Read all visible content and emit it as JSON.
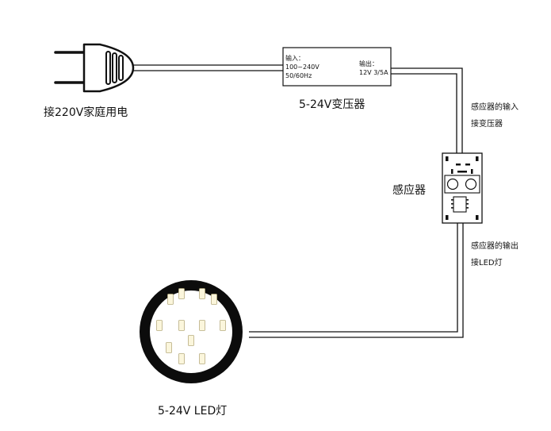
{
  "plug_label": "接220V家庭用电",
  "transformer": {
    "input_title": "输入：",
    "input_voltage": "100~240V",
    "input_freq": "50/60Hz",
    "output_title": "输出：",
    "output_value": "12V 3/5A",
    "caption": "5-24V变压器"
  },
  "sensor": {
    "label": "感应器",
    "input_note_line1": "感应器的输入",
    "input_note_line2": "接变压器",
    "output_note_line1": "感应器的输出",
    "output_note_line2": "接LED灯"
  },
  "led": {
    "label": "5-24V LED灯",
    "chip_count": 12
  },
  "colors": {
    "line": "#111111",
    "chip_fill": "#fbf6dc",
    "chip_stroke": "#b8ad80"
  }
}
